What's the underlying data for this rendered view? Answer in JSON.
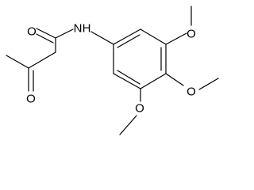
{
  "molecule": {
    "atoms": {
      "ketone_oxygen": "O",
      "amide_oxygen": "O",
      "amide_nitrogen": "N",
      "amide_hydrogen": "H",
      "methoxy_oxygen_top": "O",
      "methoxy_oxygen_middle": "O",
      "methoxy_oxygen_bottom": "O"
    }
  },
  "colors": {
    "bond": "#000000",
    "label": "#000000",
    "background": "#ffffff"
  }
}
